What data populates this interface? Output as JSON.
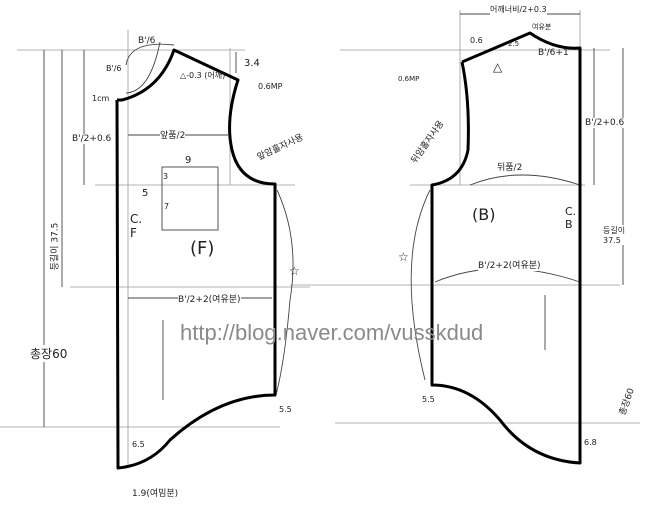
{
  "front": {
    "label": "(F)",
    "center_mark": "C.F",
    "neck_width": "B'/6",
    "neck_depth": "B'/6",
    "neck_offset": "1cm",
    "shoulder_drop": "3.4",
    "shoulder_ease": "0.6MP",
    "shoulder_note": "△-0.3 (어깨)",
    "chest_width": "앞품/2",
    "armhole_depth": "B'/2+0.6",
    "armhole_note": "앞암홀자사용",
    "pocket_width": "9",
    "pocket_pos": "5",
    "pocket_top": "3",
    "pocket_depth": "7",
    "bust_width": "B'/2+2(여유분)",
    "body_length": "등길이 37.5",
    "total_length": "총장60",
    "side_drop": "5.5",
    "cf_drop": "6.5",
    "hem_ease": "1.9(여밈분)"
  },
  "back": {
    "label": "(B)",
    "center_mark": "C.B",
    "shoulder_width": "어깨너비/2+0.3",
    "shoulder_ease_note": "여유분",
    "neck_width": "B'/6+1",
    "neck_rise": "2.5",
    "shoulder_offset": "0.6",
    "shoulder_ease": "0.6MP",
    "shoulder_mark": "△",
    "armhole_depth": "B'/2+0.6",
    "armhole_note": "뒤암홀자사용",
    "back_width": "뒤품/2",
    "bust_width": "B'/2+2(여유분)",
    "body_length": "등길이 37.5",
    "total_length": "총장60",
    "side_drop": "5.5",
    "cb_drop": "6.8"
  },
  "watermark": "http://blog.naver.com/vusskdud"
}
